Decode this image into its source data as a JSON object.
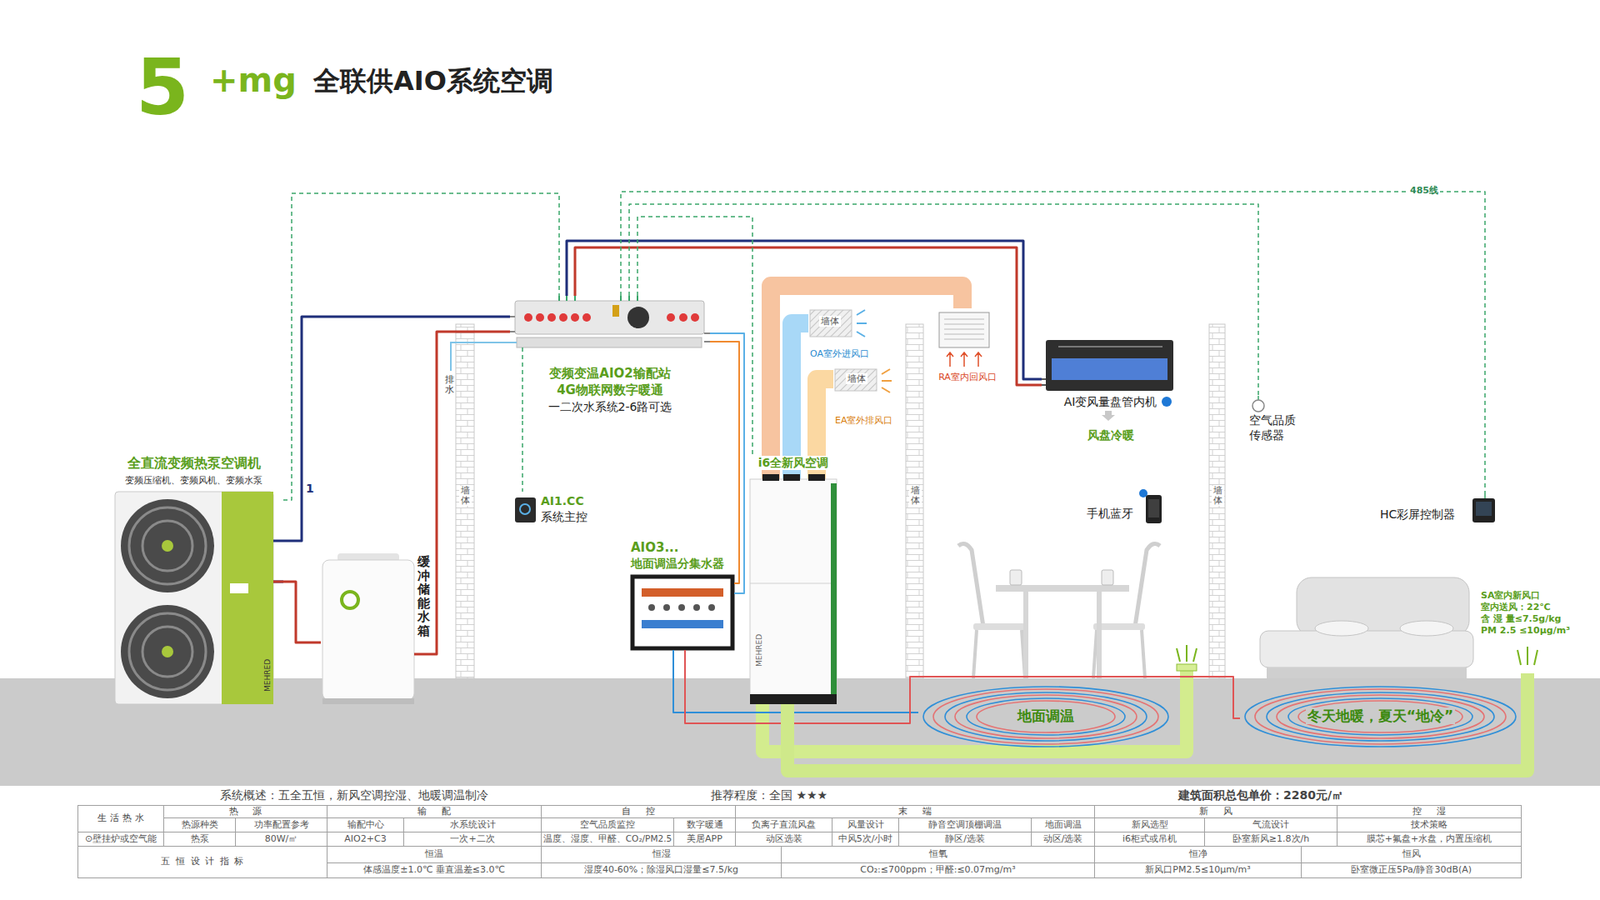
{
  "diagram": {
    "title": "全联供AIO系统空调",
    "nodes": [
      {
        "text": [
          "全直流变频热泵空调机",
          "变频压缩机、变频风机、变频水泵"
        ]
      },
      {
        "text": [
          "缓冲储能水箱"
        ]
      },
      {
        "text": [
          "变频变温AIO2输配站",
          "4G物联网数字暖通",
          "一二次水系统2-6路可选"
        ]
      },
      {
        "text": [
          "AI1.CC",
          "系统主控"
        ]
      },
      {
        "text": [
          "AIO3...",
          "地面调温分集水器"
        ]
      },
      {
        "text": [
          "i6全新风空调"
        ]
      },
      {
        "text": [
          "AI变风量盘管内机",
          "风盘冷暖"
        ]
      },
      {
        "text": [
          "空气品质 传感器"
        ]
      },
      {
        "text": [
          "手机蓝牙"
        ]
      },
      {
        "text": [
          "HC彩屏控制器"
        ]
      },
      {
        "text": [
          "RA室内回风口"
        ]
      },
      {
        "text": [
          "墙体",
          "OA室外进风口"
        ]
      },
      {
        "text": [
          "墙体",
          "EA室外排风口"
        ]
      },
      {
        "text": [
          "地面调温"
        ]
      },
      {
        "text": [
          "冬天地暖，夏天“地冷”"
        ]
      },
      {
        "text": [
          "SA室内新风口",
          "室内送风：22℃",
          "含 湿 量≤7.5g/kg",
          "PM 2.5 ≤10μg/m³"
        ]
      }
    ],
    "edges": [
      {
        "from": 0,
        "to": 2,
        "arrow": "none"
      },
      {
        "from": 0,
        "to": 1,
        "arrow": "none"
      },
      {
        "from": 2,
        "to": 1,
        "arrow": "none"
      },
      {
        "from": 0,
        "to": 2,
        "arrow": "none"
      },
      {
        "from": 2,
        "to": 3,
        "arrow": "none"
      },
      {
        "from": 2,
        "to": 4,
        "arrow": "none"
      },
      {
        "from": 2,
        "to": 4,
        "arrow": "none"
      },
      {
        "from": 2,
        "to": 6,
        "arrow": "none"
      },
      {
        "from": 2,
        "to": 6,
        "arrow": "none"
      },
      {
        "from": 2,
        "to": 5,
        "arrow": "none"
      },
      {
        "from": 2,
        "to": 7,
        "arrow": "none"
      },
      {
        "from": 2,
        "to": 9,
        "arrow": "none",
        "label": "485线"
      },
      {
        "from": 5,
        "to": 10,
        "arrow": "none"
      },
      {
        "from": 5,
        "to": 11,
        "arrow": "none"
      },
      {
        "from": 5,
        "to": 12,
        "arrow": "none"
      },
      {
        "from": 4,
        "to": 13,
        "arrow": "none"
      },
      {
        "from": 4,
        "to": 14,
        "arrow": "none"
      },
      {
        "from": 5,
        "to": 15,
        "arrow": "none"
      }
    ],
    "labels": [
      "5",
      "+mg",
      "排水",
      "1",
      "墙体",
      "墙体",
      "墙体",
      "MEHRED",
      "MEHRED",
      "系统概述：五全五恒，新风空调控湿、地暖调温制冷",
      "推荐程度：全国 ★★★",
      "建筑面积总包单价：2280元/㎡",
      "生活热水",
      "热源",
      "输配",
      "自控",
      "末端",
      "新风",
      "控湿",
      "热源种类",
      "功率配置参考",
      "输配中心",
      "水系统设计",
      "空气品质监控",
      "数字暖通",
      "负离子直流风盘",
      "风量设计",
      "静音空调顶棚调温",
      "地面调温",
      "新风选型",
      "气流设计",
      "技术策略",
      "⊙壁挂炉或空气能",
      "热泵",
      "80W/㎡",
      "AIO2+C3",
      "一次+二次",
      "温度、湿度、甲醛、CO₂/PM2.5",
      "美居APP",
      "动区选装",
      "中风5次/小时",
      "静区/选装",
      "动区/选装",
      "i6柜式或吊机",
      "卧室新风≥1.8次/h",
      "膜芯+氟盘+水盘，内置压缩机",
      "五恒设计指标",
      "恒温",
      "恒湿",
      "恒氧",
      "恒净",
      "恒风",
      "体感温度±1.0℃ 垂直温差≤3.0℃",
      "湿度40-60%；除湿风口湿量≤7.5/kg",
      "CO₂:≤700ppm；甲醛:≤0.07mg/m³",
      "新风口PM2.5≤10μm/m³",
      "卧室微正压5Pa/静音30dB(A)"
    ]
  }
}
